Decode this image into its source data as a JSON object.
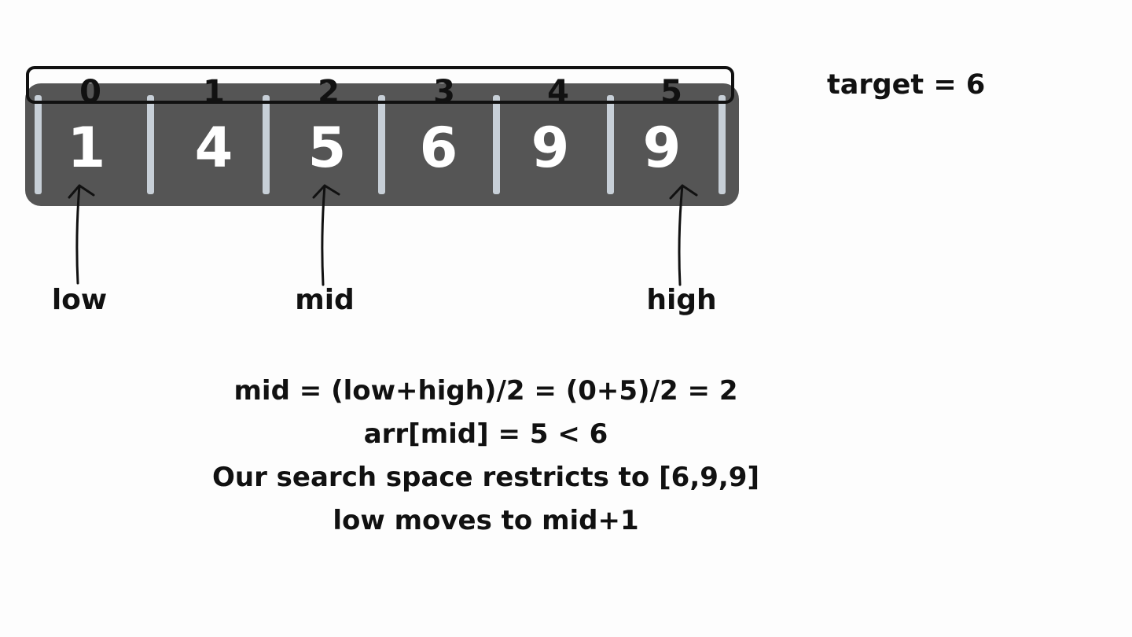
{
  "array": {
    "indices": [
      "0",
      "1",
      "2",
      "3",
      "4",
      "5"
    ],
    "values": [
      "1",
      "4",
      "5",
      "6",
      "9",
      "9"
    ]
  },
  "target_label": "target = 6",
  "pointers": {
    "low": "low",
    "mid": "mid",
    "high": "high"
  },
  "explanation": [
    "mid = (low+high)/2 = (0+5)/2 = 2",
    "arr[mid] = 5 < 6",
    "Our search space restricts to [6,9,9]",
    "low moves to mid+1"
  ],
  "colors": {
    "array_fill": "#555555",
    "divider": "#c7cfd7",
    "cell_text": "#ffffff",
    "ink": "#111111",
    "background": "#fdfdfd"
  }
}
